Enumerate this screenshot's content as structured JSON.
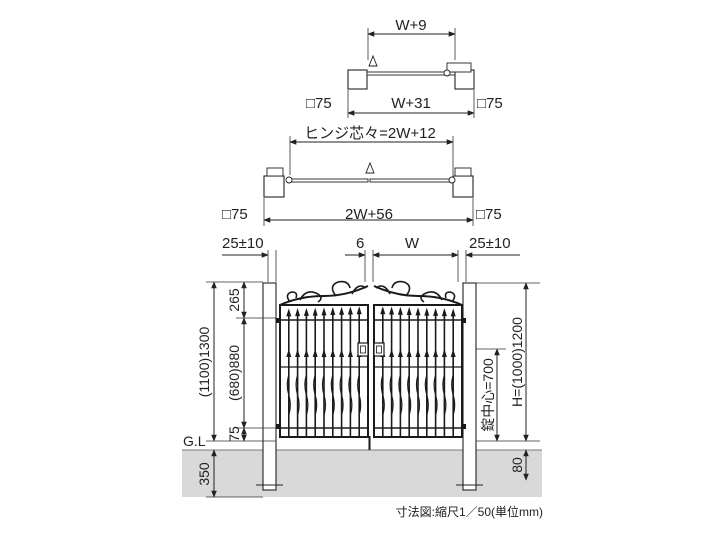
{
  "diagram": {
    "top_view": {
      "width_label": "W+9",
      "post_left_label": "□75",
      "span_label": "W+31",
      "post_right_label": "□75"
    },
    "double_view": {
      "hinge_label": "ヒンジ芯々=2W+12",
      "post_left_label": "□75",
      "span_label": "2W+56",
      "post_right_label": "□75"
    },
    "elevation": {
      "gap_left_label": "25±10",
      "gap_center_label": "6",
      "leaf_width_label": "W",
      "gap_right_label": "25±10",
      "top_section_label": "265",
      "middle_section_label": "(680)880",
      "bottom_clearance_label": "75",
      "total_left_label": "(1100)1300",
      "gl_label": "G.L",
      "foundation_label": "350",
      "lock_center_label": "錠中心=700",
      "height_label": "H=(1000)1200",
      "foundation_right_label": "80"
    },
    "caption": "寸法図:縮尺1／50(単位mm)"
  }
}
